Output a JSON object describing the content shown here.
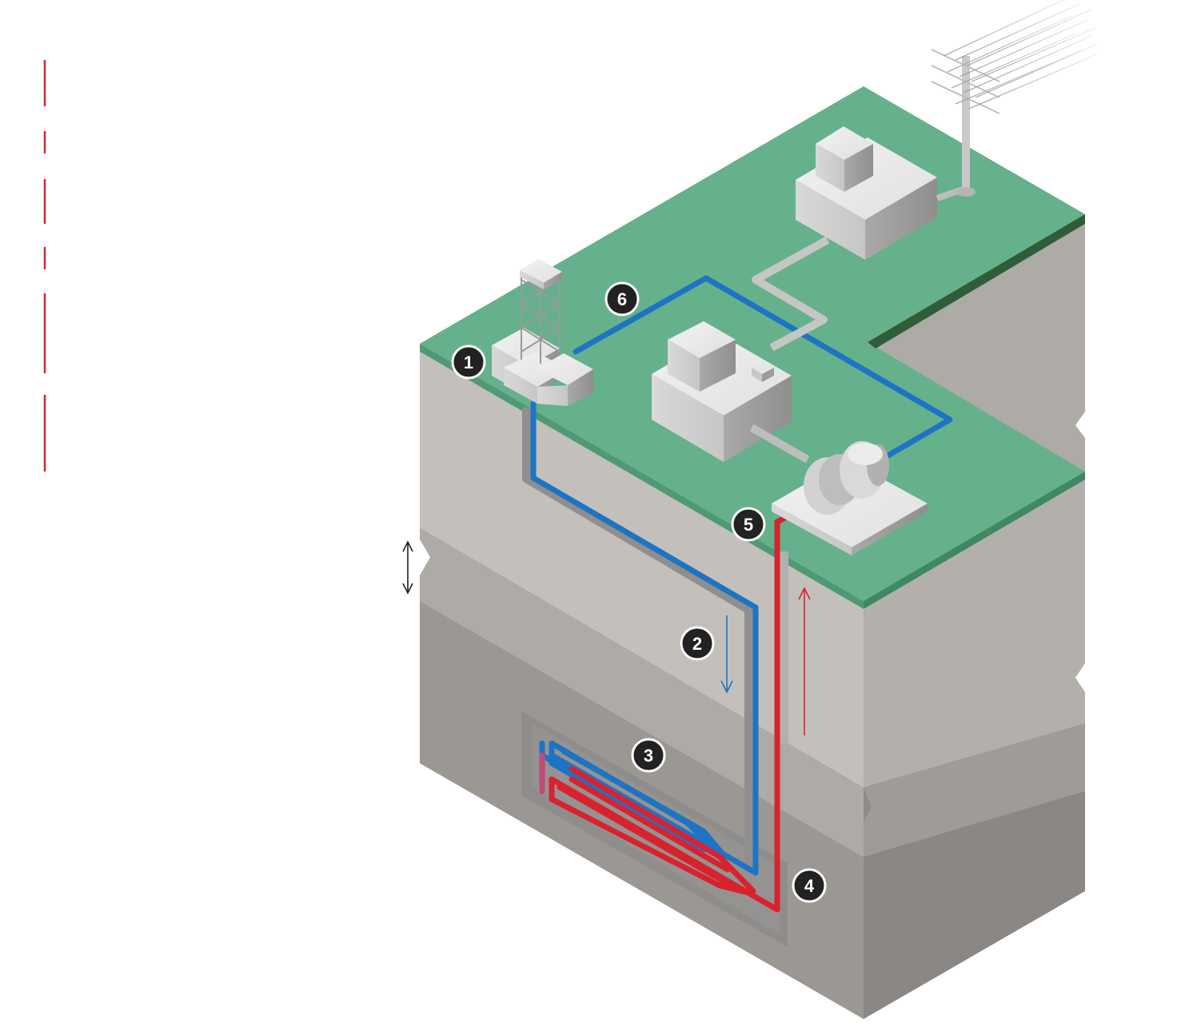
{
  "diagram": {
    "callouts": [
      "1",
      "2",
      "3",
      "4",
      "5",
      "6"
    ],
    "colors": {
      "surface_green": "#65b18b",
      "surface_edge": "#2f5d3a",
      "rock_light": "#c3bfba",
      "rock_mid": "#9b9894",
      "rock_dark": "#8a8784",
      "cold_pipe": "#1e74c4",
      "hot_pipe": "#d8232f",
      "building": "#d9d9d9",
      "callout_bg": "#222222"
    },
    "icons": [
      "drill-rig-icon",
      "power-plant-icon",
      "substation-icon",
      "turbine-icon",
      "power-line-icon"
    ]
  }
}
